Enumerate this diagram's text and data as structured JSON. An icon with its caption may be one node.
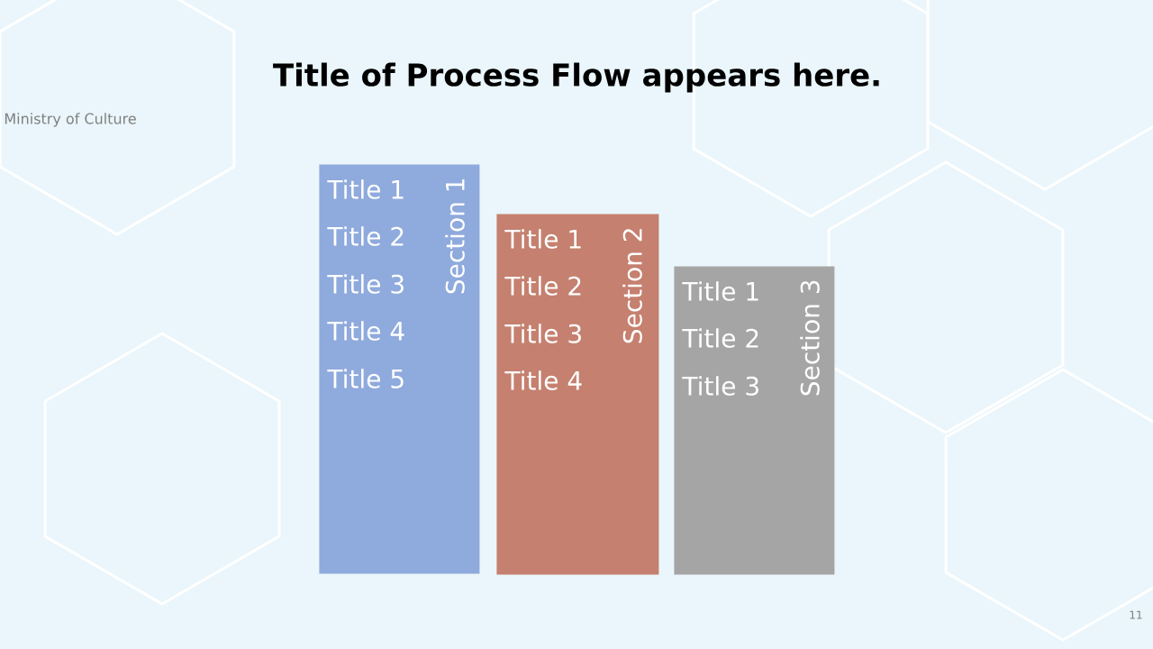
{
  "diagram": {
    "title": "Title of Process Flow appears here.",
    "nodes": [
      {
        "text": [
          "Section 1",
          "Title 1",
          "Title 2",
          "Title 3",
          "Title 4",
          "Title 5"
        ]
      },
      {
        "text": [
          "Section 2",
          "Title 1",
          "Title 2",
          "Title 3",
          "Title 4"
        ]
      },
      {
        "text": [
          "Section 3",
          "Title 1",
          "Title 2",
          "Title 3"
        ]
      }
    ],
    "labels": [
      "Ministry of Culture",
      "11"
    ]
  }
}
